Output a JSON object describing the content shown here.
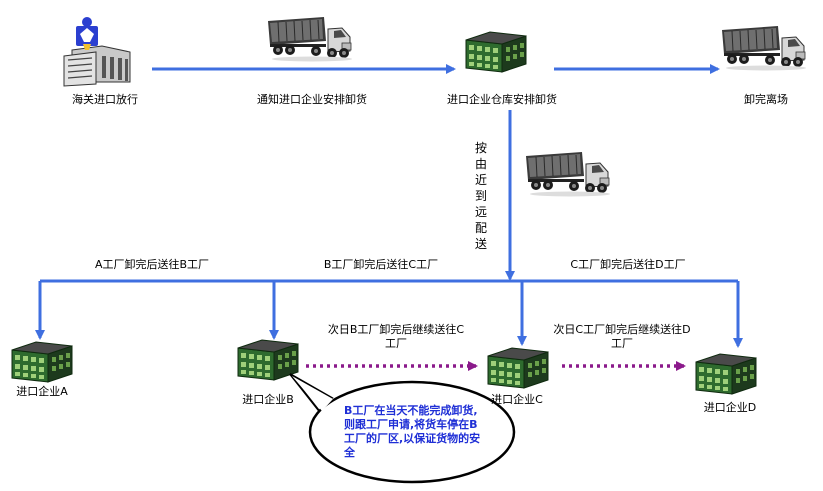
{
  "nodes": {
    "customs": {
      "label": "海关进口放行",
      "icon": "customs-building-icon"
    },
    "notify": {
      "label": "通知进口企业安排卸货",
      "icon": "truck-icon"
    },
    "warehouse": {
      "label": "进口企业仓库安排卸货",
      "icon": "warehouse-icon"
    },
    "leave": {
      "label": "卸完离场",
      "icon": "truck-icon"
    },
    "dist": {
      "label": "按由近到远配送",
      "icon": "truck-icon"
    },
    "ent_a": {
      "label": "进口企业A",
      "icon": "warehouse-icon"
    },
    "ent_b": {
      "label": "进口企业B",
      "icon": "warehouse-icon"
    },
    "ent_c": {
      "label": "进口企业C",
      "icon": "warehouse-icon"
    },
    "ent_d": {
      "label": "进口企业D",
      "icon": "warehouse-icon"
    }
  },
  "edges": {
    "a_to_b": "A工厂卸完后送往B工厂",
    "b_to_c": "B工厂卸完后送往C工厂",
    "c_to_d": "C工厂卸完后送往D工厂",
    "next_b_to_c": "次日B工厂卸完后继续送往C\n工厂",
    "next_c_to_d": "次日C工厂卸完后继续送往D\n工厂"
  },
  "callout": {
    "text": "B工厂在当天不能完成卸货,则跟工厂申请,将货车停在B工厂的厂区,以保证货物的安全"
  },
  "colors": {
    "arrow": "#3f6fe0",
    "dotted": "#8b1a8b",
    "callout_text": "#1f2fd6",
    "building": "#2e6b2e"
  }
}
